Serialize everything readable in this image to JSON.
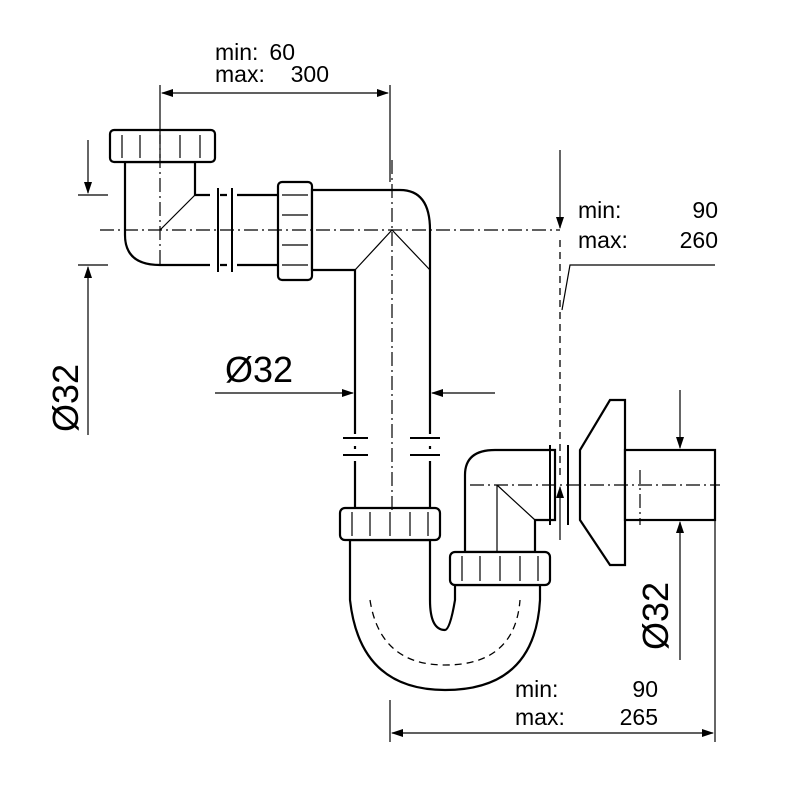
{
  "top_dimension": {
    "min_label": "min:",
    "min_value": "60",
    "max_label": "max:",
    "max_value": "300"
  },
  "left_diameter": "Ø32",
  "middle_diameter": "Ø32",
  "right_diameter": "Ø32",
  "vertical_dimension": {
    "min_label": "min:",
    "min_value": "90",
    "max_label": "max:",
    "max_value": "260"
  },
  "bottom_dimension": {
    "min_label": "min:",
    "min_value": "90",
    "max_label": "max:",
    "max_value": "265"
  }
}
